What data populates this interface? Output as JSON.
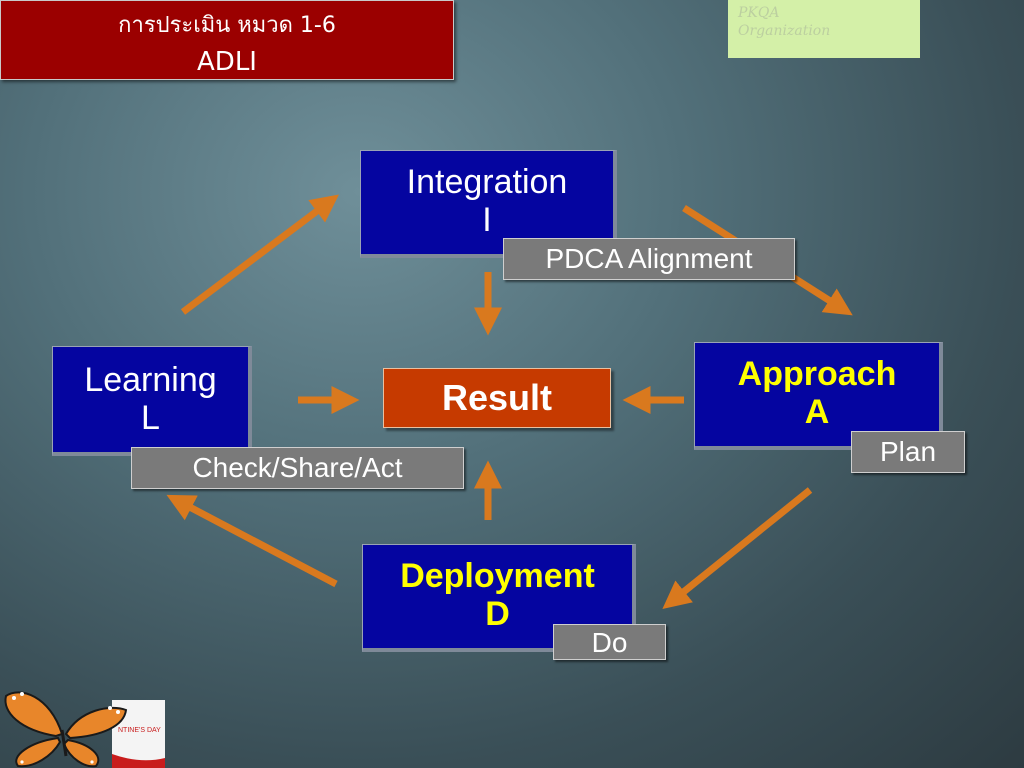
{
  "header": {
    "line1": "การประเมิน หมวด 1-6",
    "line2": "ADLI"
  },
  "watermark": {
    "line1": "PKQA",
    "line2": "Organization"
  },
  "nodes": {
    "integration": {
      "word": "Integration",
      "letter": "I"
    },
    "approach": {
      "word": "Approach",
      "letter": "A"
    },
    "deployment": {
      "word": "Deployment",
      "letter": "D"
    },
    "learning": {
      "word": "Learning",
      "letter": "L"
    }
  },
  "tags": {
    "integration": "PDCA Alignment",
    "approach": "Plan",
    "deployment": "Do",
    "learning": "Check/Share/Act"
  },
  "result": "Result",
  "logo": {
    "text": "NTINE'S DAY"
  },
  "colors": {
    "node": "#0505a0",
    "result": "#c63a00",
    "title": "#9b0000",
    "arrow": "#d9791e",
    "tag": "#7a7a7a"
  }
}
